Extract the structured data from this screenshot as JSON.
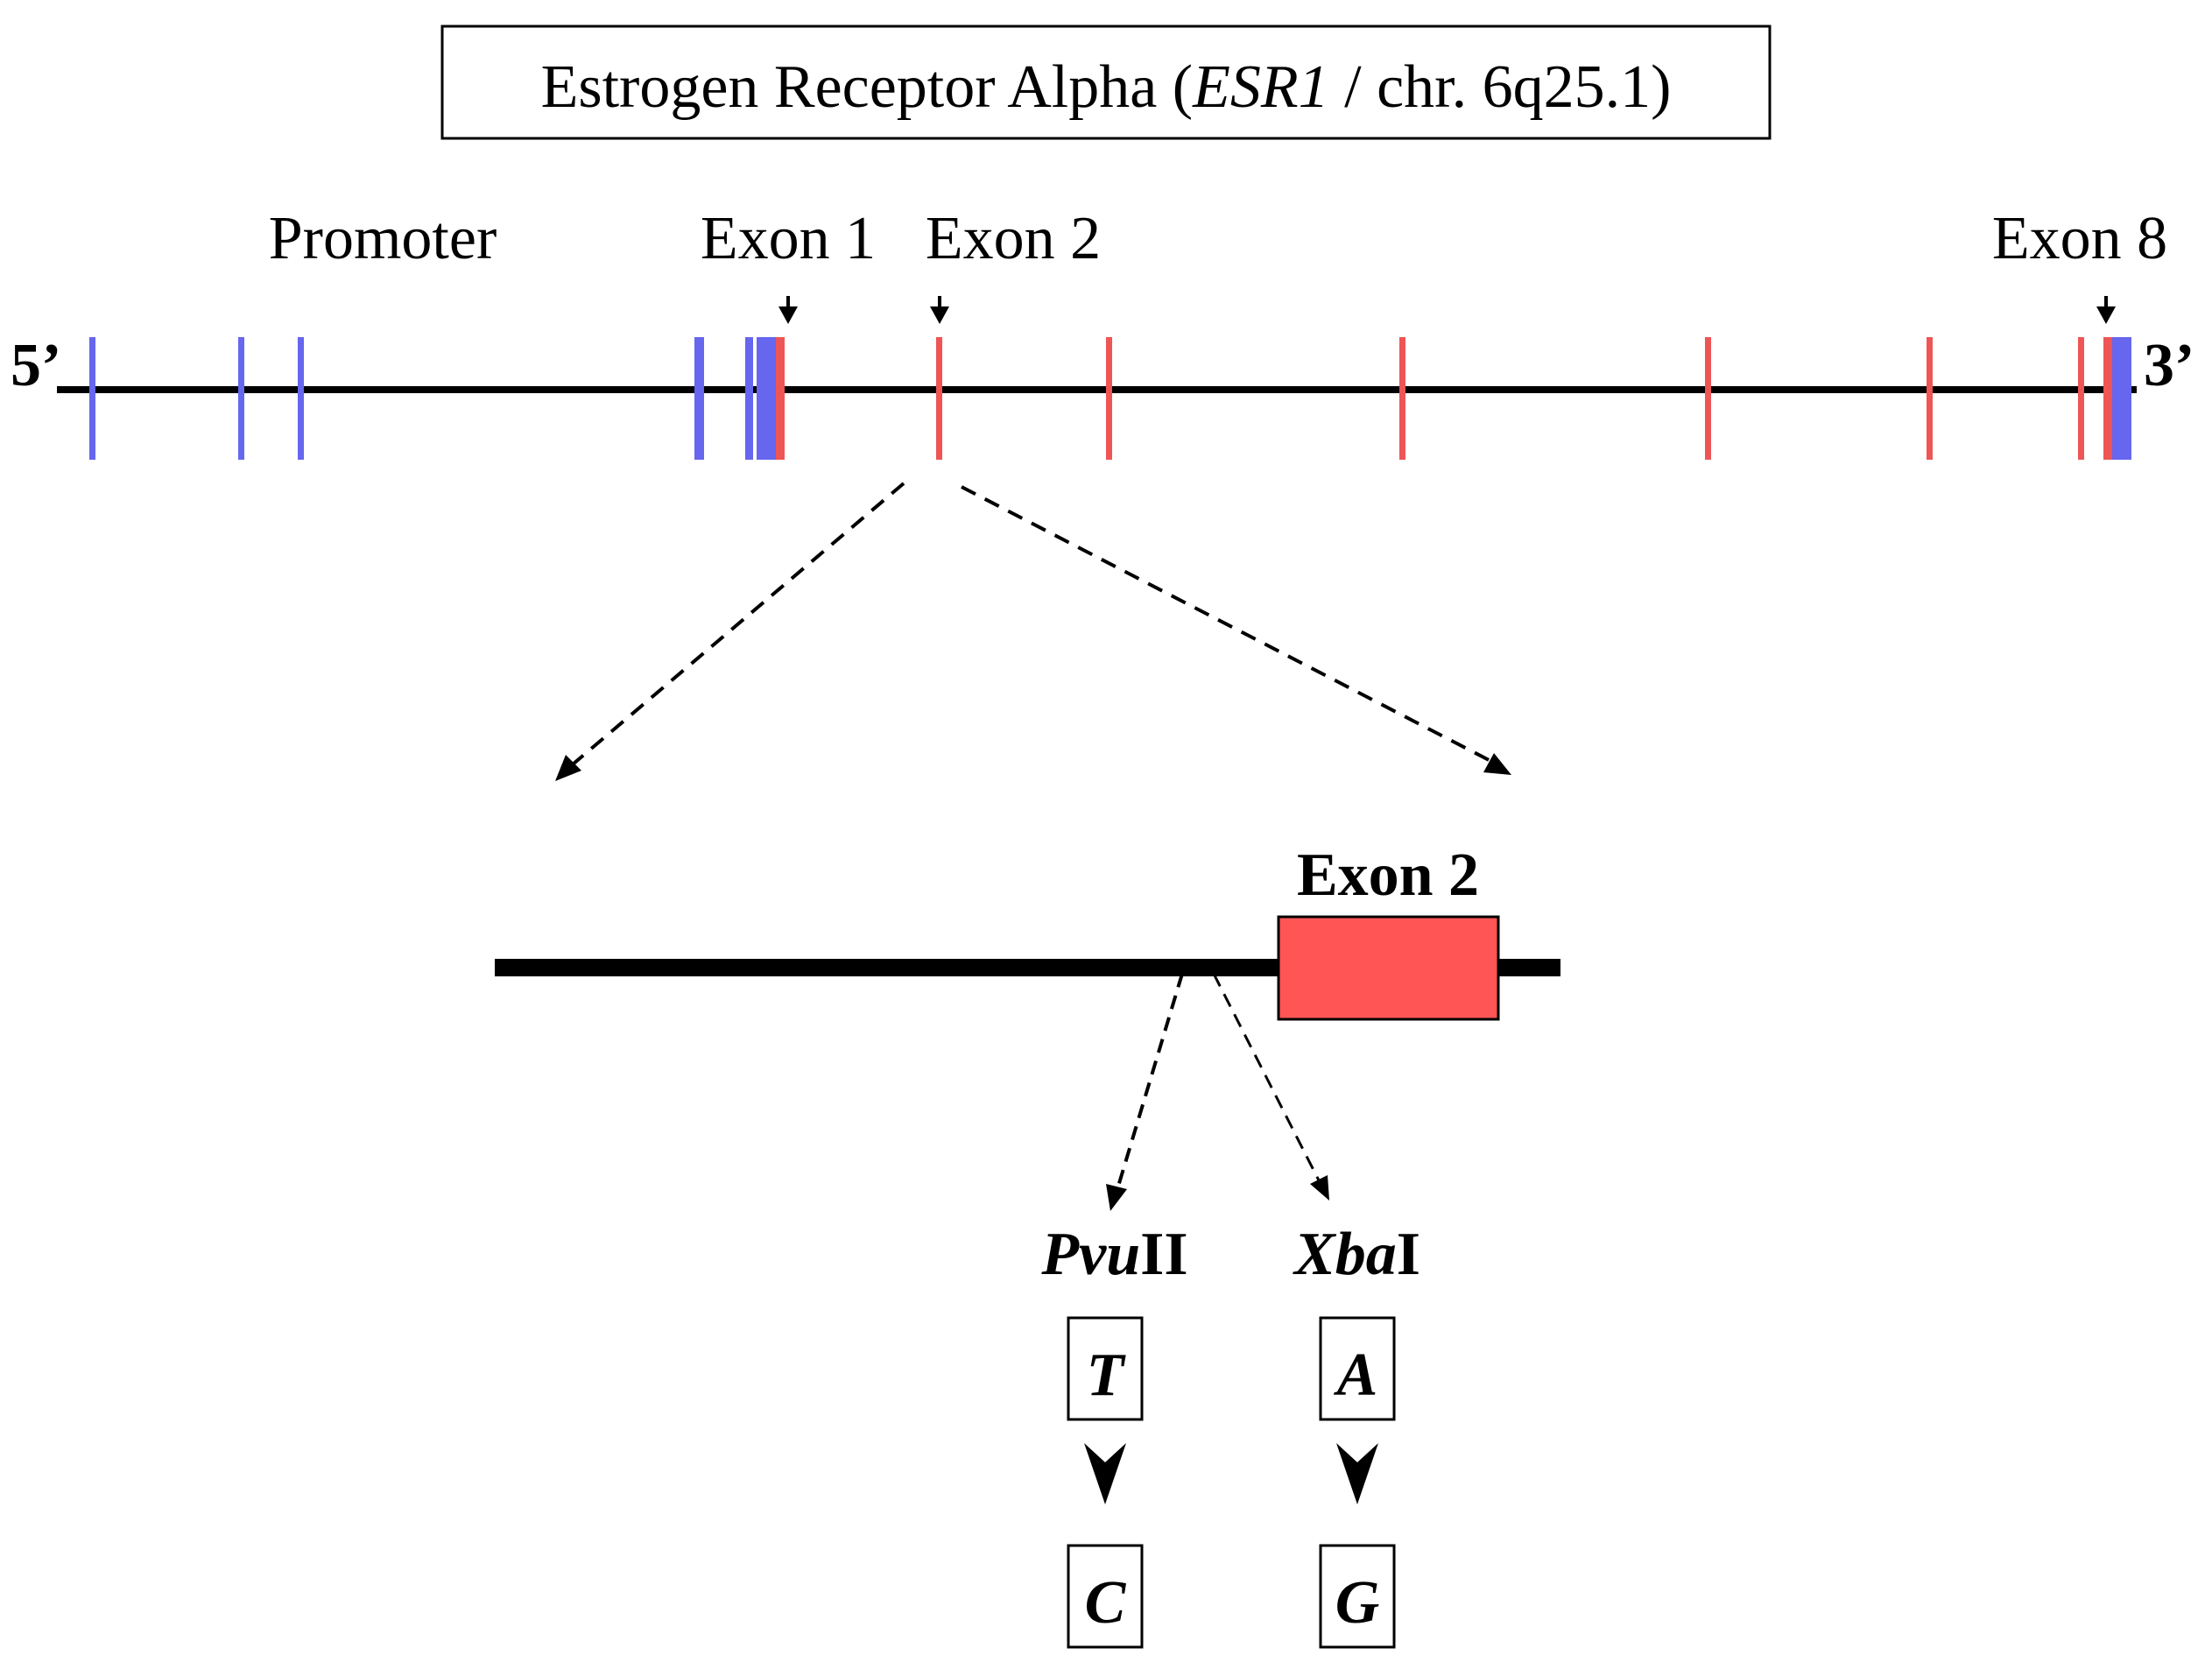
{
  "title": {
    "prefix": "Estrogen Receptor Alpha (",
    "gene": "ESR1",
    "suffix": " / chr. 6q25.1)"
  },
  "gene_map": {
    "end_5": "5’",
    "end_3": "3’",
    "labels": {
      "promoter": "Promoter",
      "exon1": "Exon 1",
      "exon2": "Exon 2",
      "exon8": "Exon 8"
    }
  },
  "detail": {
    "exon_label": "Exon 2",
    "snps": [
      {
        "enzyme_italic": "Pvu",
        "enzyme_suffix": "II",
        "allele_from": "T",
        "allele_to": "C"
      },
      {
        "enzyme_italic": "Xba",
        "enzyme_suffix": "I",
        "allele_from": "A",
        "allele_to": "G"
      }
    ]
  },
  "colors": {
    "promoter_mark": "#6666ee",
    "exon_mark": "#ee5555",
    "exon_box": "#ff5555",
    "line": "#000000"
  }
}
